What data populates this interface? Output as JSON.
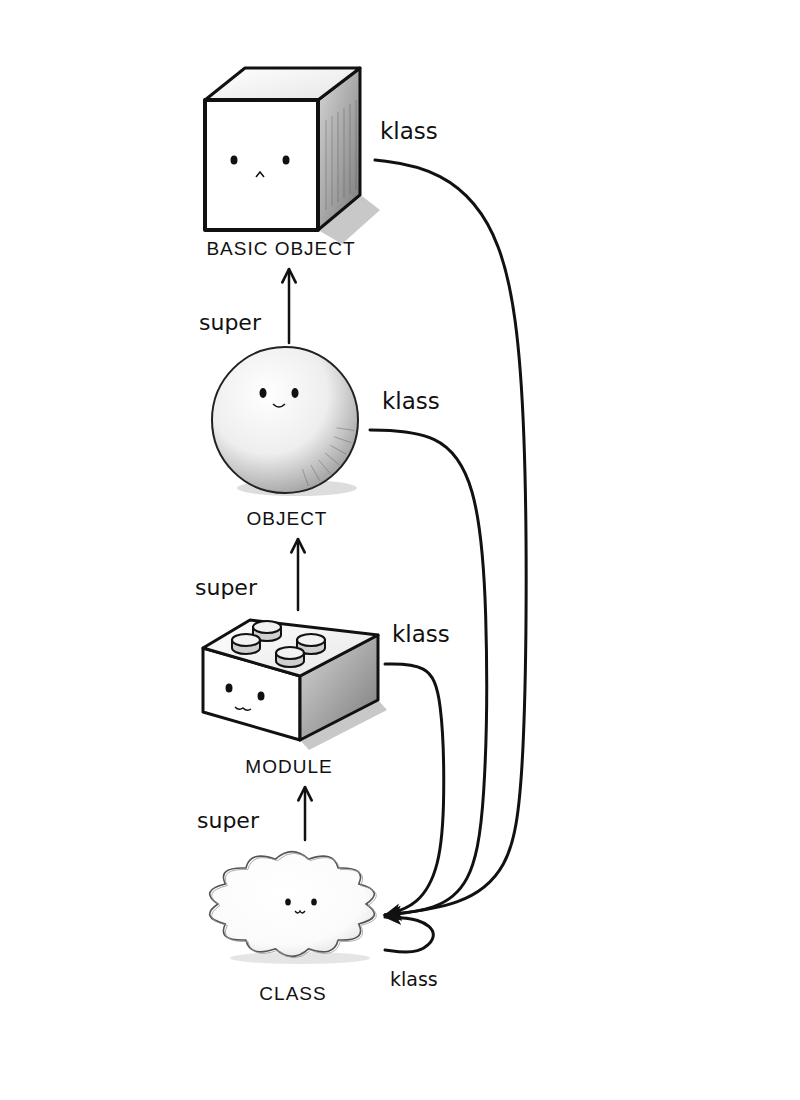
{
  "diagram": {
    "nodes": [
      {
        "text": [
          "BASIC OBJECT"
        ]
      },
      {
        "text": [
          "OBJECT"
        ]
      },
      {
        "text": [
          "MODULE"
        ]
      },
      {
        "text": [
          "CLASS"
        ]
      }
    ],
    "edges": [
      {
        "from": 1,
        "to": 0,
        "arrow": "to",
        "label": "super"
      },
      {
        "from": 2,
        "to": 1,
        "arrow": "to",
        "label": "super"
      },
      {
        "from": 3,
        "to": 2,
        "arrow": "to",
        "label": "super"
      },
      {
        "from": 0,
        "to": 3,
        "arrow": "to",
        "label": "klass"
      },
      {
        "from": 1,
        "to": 3,
        "arrow": "to",
        "label": "klass"
      },
      {
        "from": 2,
        "to": 3,
        "arrow": "to",
        "label": "klass"
      },
      {
        "from": 3,
        "to": 3,
        "arrow": "to",
        "label": "klass"
      }
    ]
  }
}
